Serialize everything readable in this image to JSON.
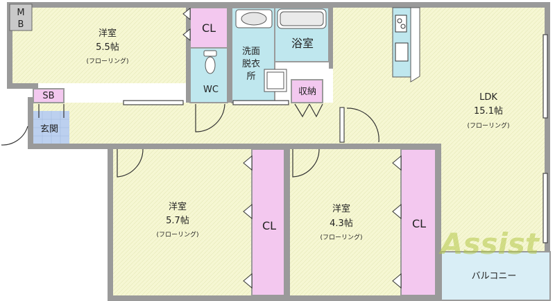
{
  "rooms": {
    "western_nw": {
      "name": "洋室",
      "size": "5.5帖",
      "floor": "(フローリング)"
    },
    "western_sw": {
      "name": "洋室",
      "size": "5.7帖",
      "floor": "(フローリング)"
    },
    "western_s": {
      "name": "洋室",
      "size": "4.3帖",
      "floor": "(フローリング)"
    },
    "ldk": {
      "name": "LDK",
      "size": "15.1帖",
      "floor": "(フローリング)"
    },
    "bath": {
      "name": "浴室"
    },
    "washroom": {
      "name_lines": [
        "洗面",
        "脱衣",
        "所"
      ]
    },
    "wc": {
      "name": "WC"
    },
    "storage": {
      "name": "収納"
    },
    "entrance": {
      "name": "玄関"
    },
    "sb": {
      "name": "SB"
    },
    "mb": {
      "name_lines": [
        "M",
        "B"
      ]
    },
    "closet_nw": {
      "name": "CL"
    },
    "closet_sw": {
      "name": "CL"
    },
    "closet_s": {
      "name": "CL"
    },
    "balcony": {
      "name": "バルコニー"
    }
  },
  "watermark": {
    "text": "Assist"
  },
  "colors": {
    "wall": "#9a9a9a",
    "floor": "#f6f7d3",
    "closet": "#f3c8ef",
    "wet": "#bfe7ee",
    "entrance": "#bcd0ef",
    "balcony": "#d9eef6",
    "watermark": "#b5c94a"
  }
}
